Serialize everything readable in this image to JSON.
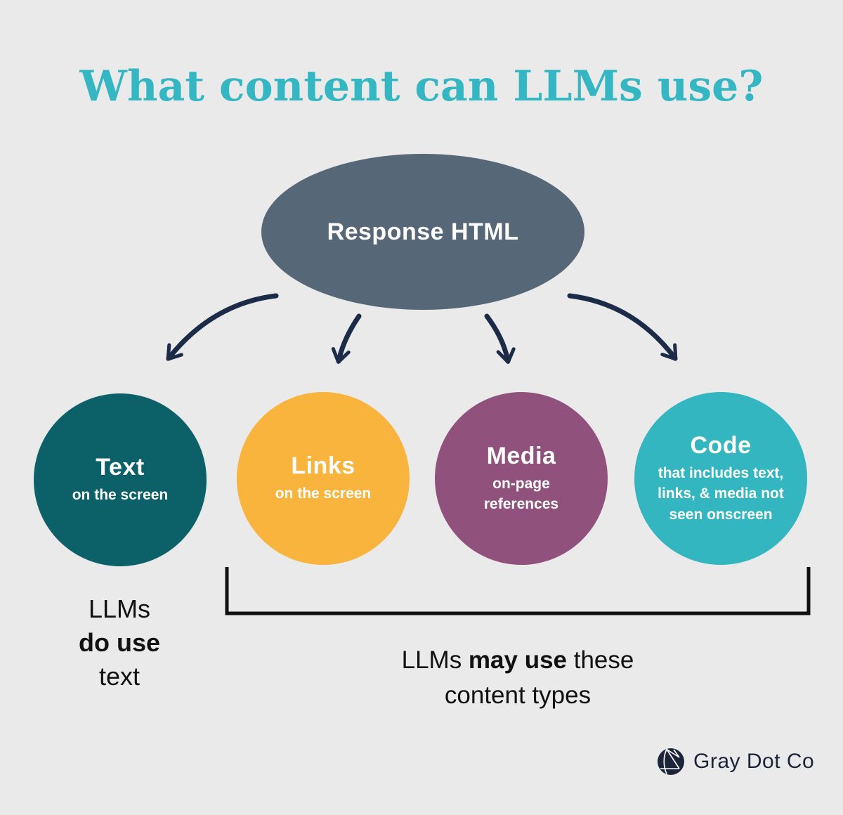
{
  "title": {
    "text": "What content can LLMs use?"
  },
  "root": {
    "label": "Response HTML"
  },
  "nodes": [
    {
      "id": "text",
      "title": "Text",
      "subtitle_lines": [
        "on the screen"
      ]
    },
    {
      "id": "links",
      "title": "Links",
      "subtitle_lines": [
        "on the screen"
      ]
    },
    {
      "id": "media",
      "title": "Media",
      "subtitle_lines": [
        "on-page",
        "references"
      ]
    },
    {
      "id": "code",
      "title": "Code",
      "subtitle_lines": [
        "that includes text,",
        "links, & media not",
        "seen onscreen"
      ]
    }
  ],
  "annotations": {
    "do_use": {
      "line1": "LLMs",
      "line2_bold": "do use",
      "line3": "text"
    },
    "may_use": {
      "prefix": "LLMs ",
      "bold": "may use",
      "suffix": " these",
      "line2": "content types"
    }
  },
  "footer": {
    "brand": "Gray Dot Co"
  },
  "colors": {
    "background": "#eaeaea",
    "title_teal": "#34b7c2",
    "root_slate": "#566877",
    "arrow_navy": "#1c2b47",
    "node_text_teal_dark": "#0c6168",
    "node_links_yellow": "#f8b43d",
    "node_media_mauve": "#90527c",
    "node_code_teal": "#33b6bf",
    "bracket_black": "#111111",
    "body_text": "#111111",
    "brand_navy": "#1b2439",
    "white": "#ffffff"
  }
}
